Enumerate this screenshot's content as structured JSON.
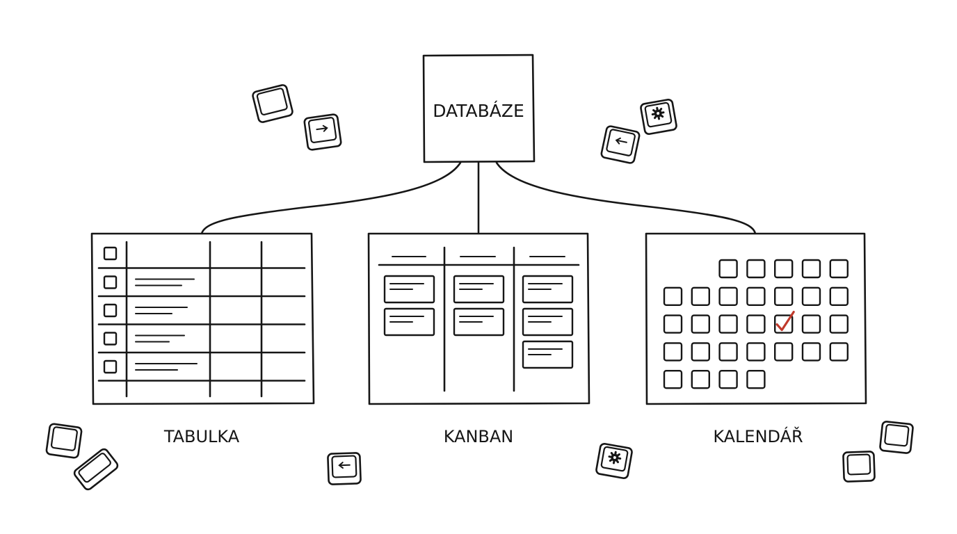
{
  "nodes": {
    "root": {
      "label": "DATABÁZE"
    },
    "views": [
      {
        "id": "table",
        "label": "TABULKA"
      },
      {
        "id": "kanban",
        "label": "KANBAN"
      },
      {
        "id": "calendar",
        "label": "KALENDÁŘ"
      }
    ]
  },
  "edges": [
    {
      "from": "root",
      "to": "table"
    },
    {
      "from": "root",
      "to": "kanban"
    },
    {
      "from": "root",
      "to": "calendar"
    }
  ],
  "table_view": {
    "rows": 5,
    "checkbox_rows": 5
  },
  "kanban_view": {
    "columns": 3,
    "cards_per_column": [
      2,
      2,
      3
    ]
  },
  "calendar_view": {
    "week_rows": [
      5,
      7,
      7,
      7,
      4
    ],
    "checked_day_row": 2,
    "checked_day_col": 4
  },
  "colors": {
    "ink": "#161616",
    "accent": "#c0392b",
    "background": "#ffffff"
  },
  "decorations": {
    "keycaps": [
      {
        "icon": "blank-keycap-icon"
      },
      {
        "icon": "arrow-right-keycap-icon"
      },
      {
        "icon": "gear-keycap-icon"
      },
      {
        "icon": "arrow-left-keycap-icon"
      },
      {
        "icon": "blank-keycap-icon"
      },
      {
        "icon": "blank-keycap-icon"
      },
      {
        "icon": "arrow-left-keycap-icon"
      },
      {
        "icon": "gear-keycap-icon"
      },
      {
        "icon": "blank-keycap-icon"
      },
      {
        "icon": "blank-keycap-icon"
      }
    ]
  }
}
